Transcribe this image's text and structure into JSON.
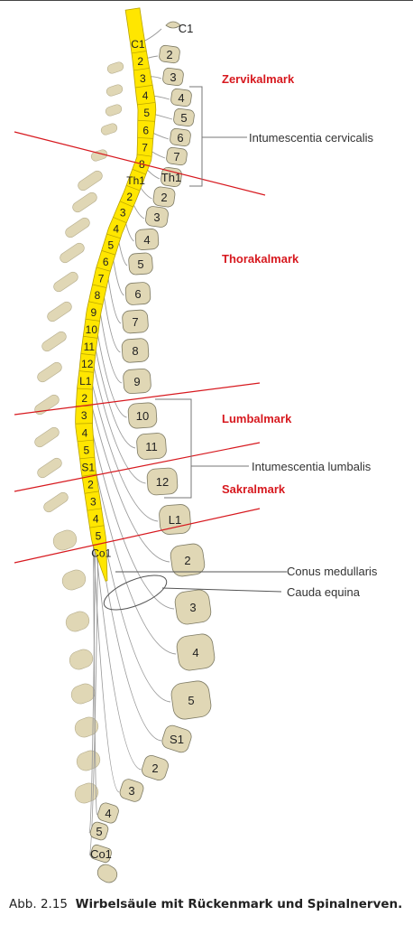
{
  "caption": {
    "prefix": "Abb. 2.15",
    "title": "Wirbelsäule mit Rückenmark und Spinalnerven."
  },
  "regions": {
    "zervikal": "Zervikalmark",
    "thorakal": "Thorakalmark",
    "lumbal": "Lumbalmark",
    "sakral": "Sakralmark"
  },
  "labels": {
    "intumescentia_cervicalis": "Intumescentia cervicalis",
    "intumescentia_lumbalis": "Intumescentia lumbalis",
    "conus_medullaris": "Conus medullaris",
    "cauda_equina": "Cauda equina"
  },
  "cord_segments": [
    "C1",
    "2",
    "3",
    "4",
    "5",
    "6",
    "7",
    "8",
    "Th1",
    "2",
    "3",
    "4",
    "5",
    "6",
    "7",
    "8",
    "9",
    "10",
    "11",
    "12",
    "L1",
    "2",
    "3",
    "4",
    "5",
    "S1",
    "2",
    "3",
    "4",
    "5",
    "Co1"
  ],
  "vertebrae": [
    "C1",
    "2",
    "3",
    "4",
    "5",
    "6",
    "7",
    "Th1",
    "2",
    "3",
    "4",
    "5",
    "6",
    "7",
    "8",
    "9",
    "10",
    "11",
    "12",
    "L1",
    "2",
    "3",
    "4",
    "5",
    "S1",
    "2",
    "3",
    "4",
    "5",
    "Co1"
  ],
  "colors": {
    "cord": "#ffe600",
    "bone": "#e0d7b5",
    "bone_stroke": "#7d7a64",
    "region": "#d7191f",
    "nerve": "#9a9a9a"
  }
}
